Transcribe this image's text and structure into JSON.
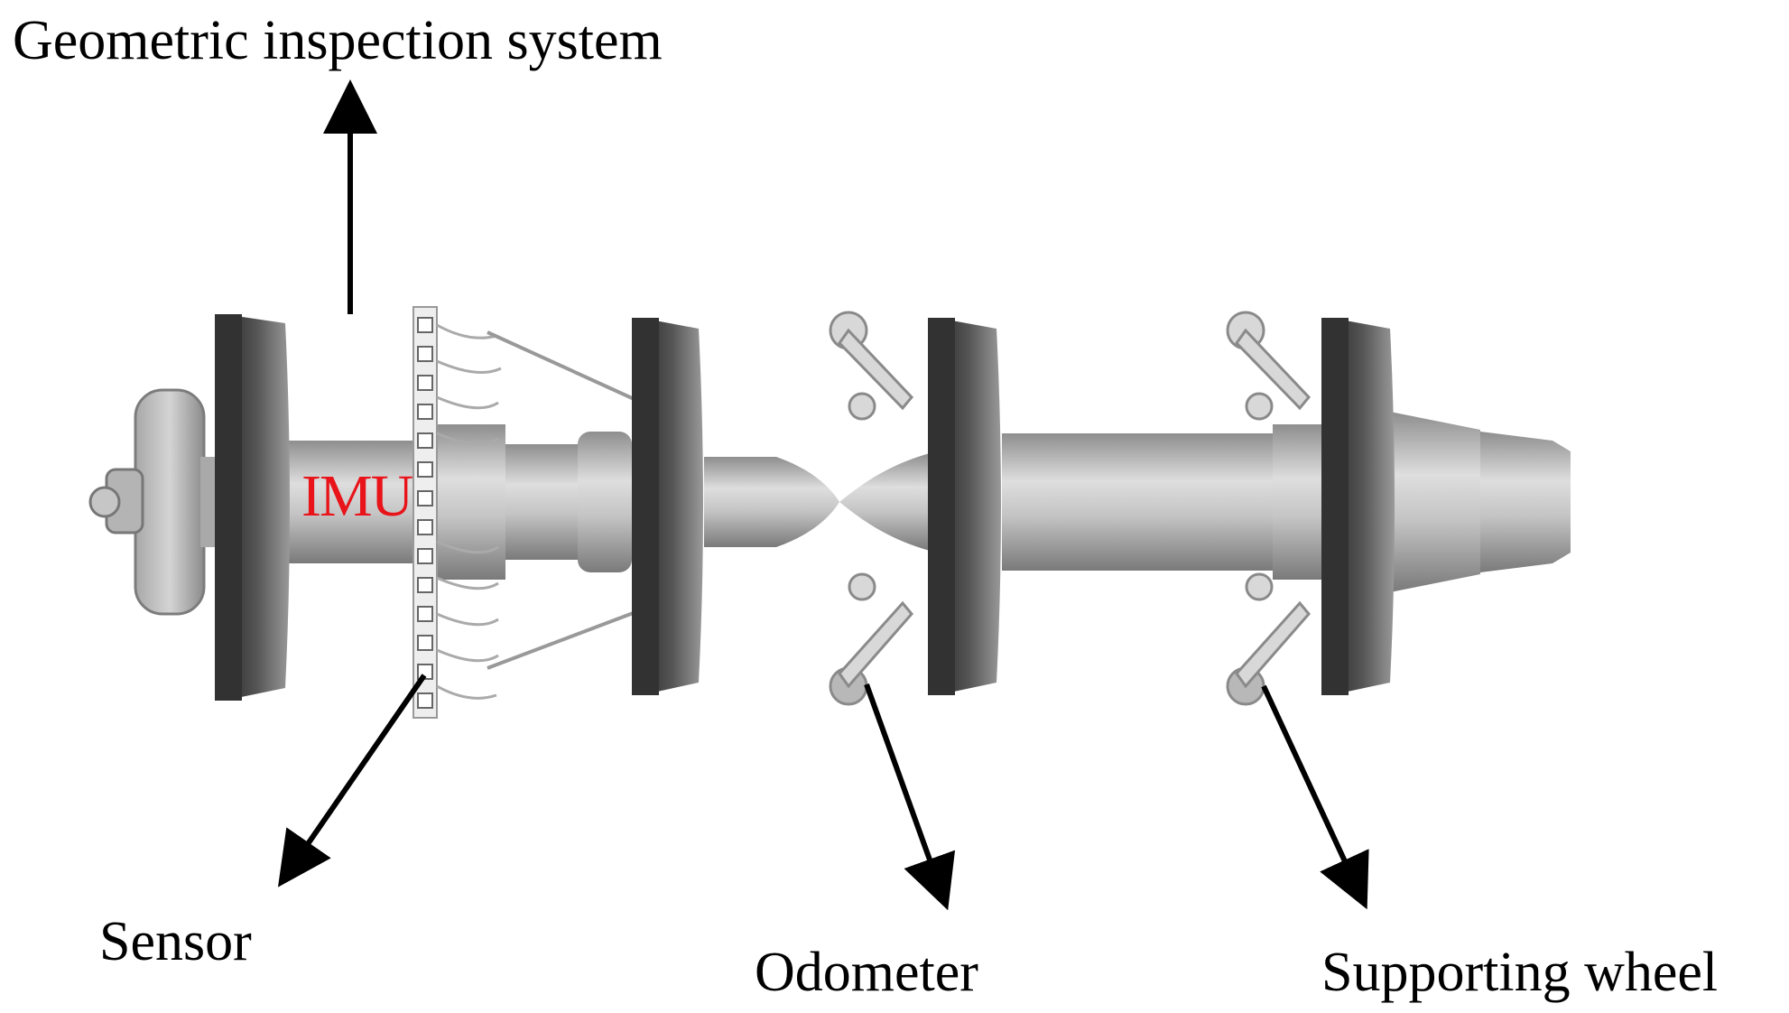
{
  "labels": {
    "geometric_inspection_system": "Geometric inspection system",
    "sensor": "Sensor",
    "odometer": "Odometer",
    "supporting_wheel": "Supporting wheel",
    "imu": "IMU"
  },
  "colors": {
    "background": "#ffffff",
    "text": "#000000",
    "imu_text": "#e8141a",
    "body_gray": "#b8b8b8",
    "cup_dark": "#3a3a3a"
  }
}
